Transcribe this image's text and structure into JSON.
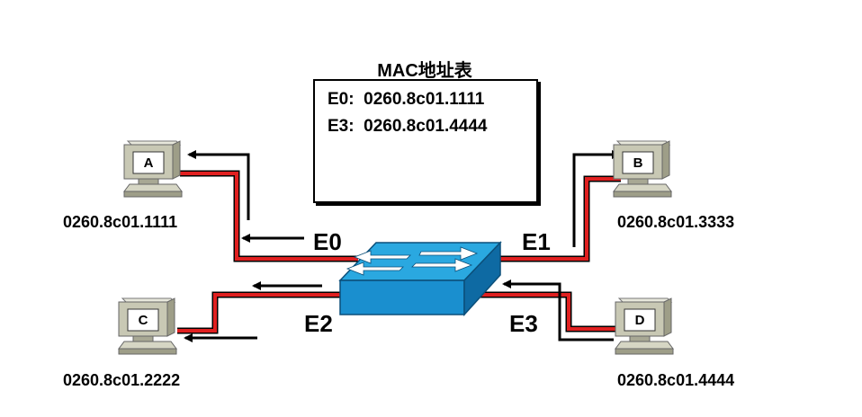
{
  "mac_table": {
    "title": "MAC地址表",
    "entries": [
      {
        "port": "E0:",
        "mac": "0260.8c01.1111"
      },
      {
        "port": "E3:",
        "mac": "0260.8c01.4444"
      }
    ]
  },
  "hosts": {
    "a": {
      "name": "A",
      "mac": "0260.8c01.1111"
    },
    "b": {
      "name": "B",
      "mac": "0260.8c01.3333"
    },
    "c": {
      "name": "C",
      "mac": "0260.8c01.2222"
    },
    "d": {
      "name": "D",
      "mac": "0260.8c01.4444"
    }
  },
  "ports": {
    "e0": "E0",
    "e1": "E1",
    "e2": "E2",
    "e3": "E3"
  },
  "colors": {
    "link": "#e02020",
    "arrow": "#000000",
    "switch_top": "#2aa8e0",
    "switch_front": "#1a8fcf",
    "switch_side": "#0e6aa3",
    "pc_body": "#c8c8b4"
  }
}
